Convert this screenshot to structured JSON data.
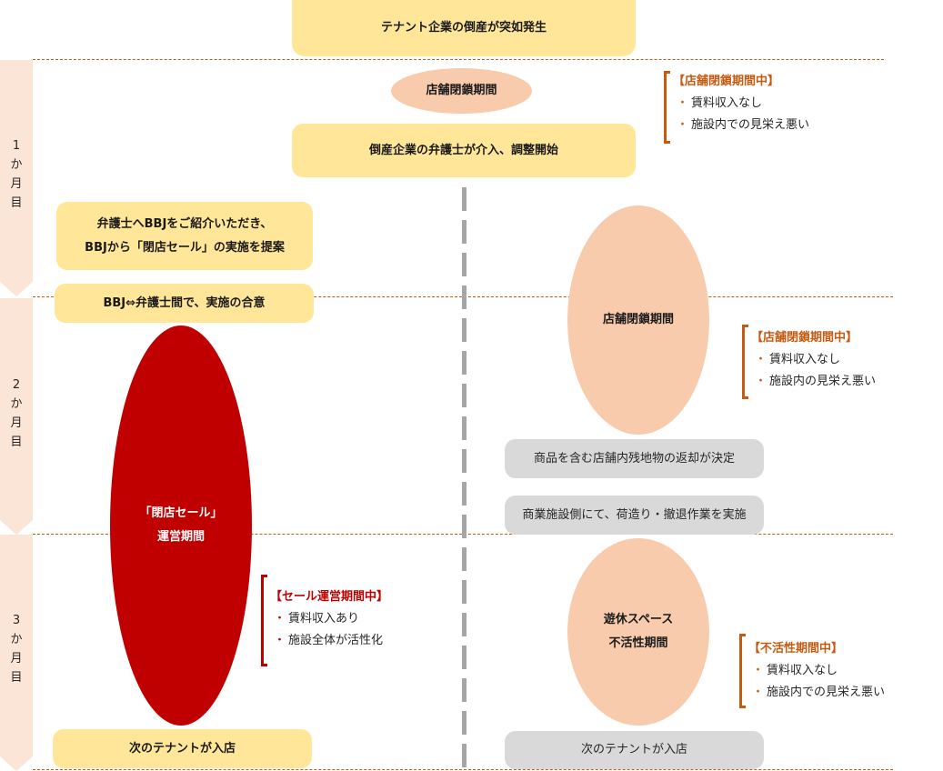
{
  "title_box": "テナント企業の倒産が突如発生",
  "months": [
    {
      "label": [
        "1",
        "か",
        "月",
        "目"
      ]
    },
    {
      "label": [
        "2",
        "か",
        "月",
        "目"
      ]
    },
    {
      "label": [
        "3",
        "か",
        "月",
        "目"
      ]
    }
  ],
  "top_center": {
    "closure_ellipse": "店舗閉鎖期間",
    "lawyer_box": "倒産企業の弁護士が介入、調整開始"
  },
  "left_column": {
    "proposal_line1": "弁護士へBBJをご紹介いただき、",
    "proposal_line2": "BBJから「閉店セール」の実施を提案",
    "agreement": "BBJ⇔弁護士間で、実施の合意",
    "sale_line1": "「閉店セール」",
    "sale_line2": "運営期間",
    "next_tenant": "次のテナントが入店"
  },
  "right_column": {
    "closure_ellipse": "店舗閉鎖期間",
    "return_decision": "商品を含む店舗内残地物の返却が決定",
    "packing_work": "商業施設側にて、荷造り・撤退作業を実施",
    "idle_line1": "遊休スペース",
    "idle_line2": "不活性期間",
    "next_tenant": "次のテナントが入店"
  },
  "notes": {
    "top": {
      "title": "【店舗閉鎖期間中】",
      "items": [
        "賃料収入なし",
        "施設内での見栄え悪い"
      ]
    },
    "right_closure": {
      "title": "【店舗閉鎖期間中】",
      "items": [
        "賃料収入なし",
        "施設内の見栄え悪い"
      ]
    },
    "sale": {
      "title": "【セール運営期間中】",
      "items": [
        "賃料収入あり",
        "施設全体が活性化"
      ]
    },
    "idle": {
      "title": "【不活性期間中】",
      "items": [
        "賃料収入なし",
        "施設内での見栄え悪い"
      ]
    }
  },
  "bullet": "・",
  "colors": {
    "yellow_box": "#ffe699",
    "gray_box": "#d9d9d9",
    "peach": "#f8cbad",
    "sale_red": "#c00000",
    "accent_orange": "#c55a11",
    "month_band": "#fbe5d6"
  }
}
